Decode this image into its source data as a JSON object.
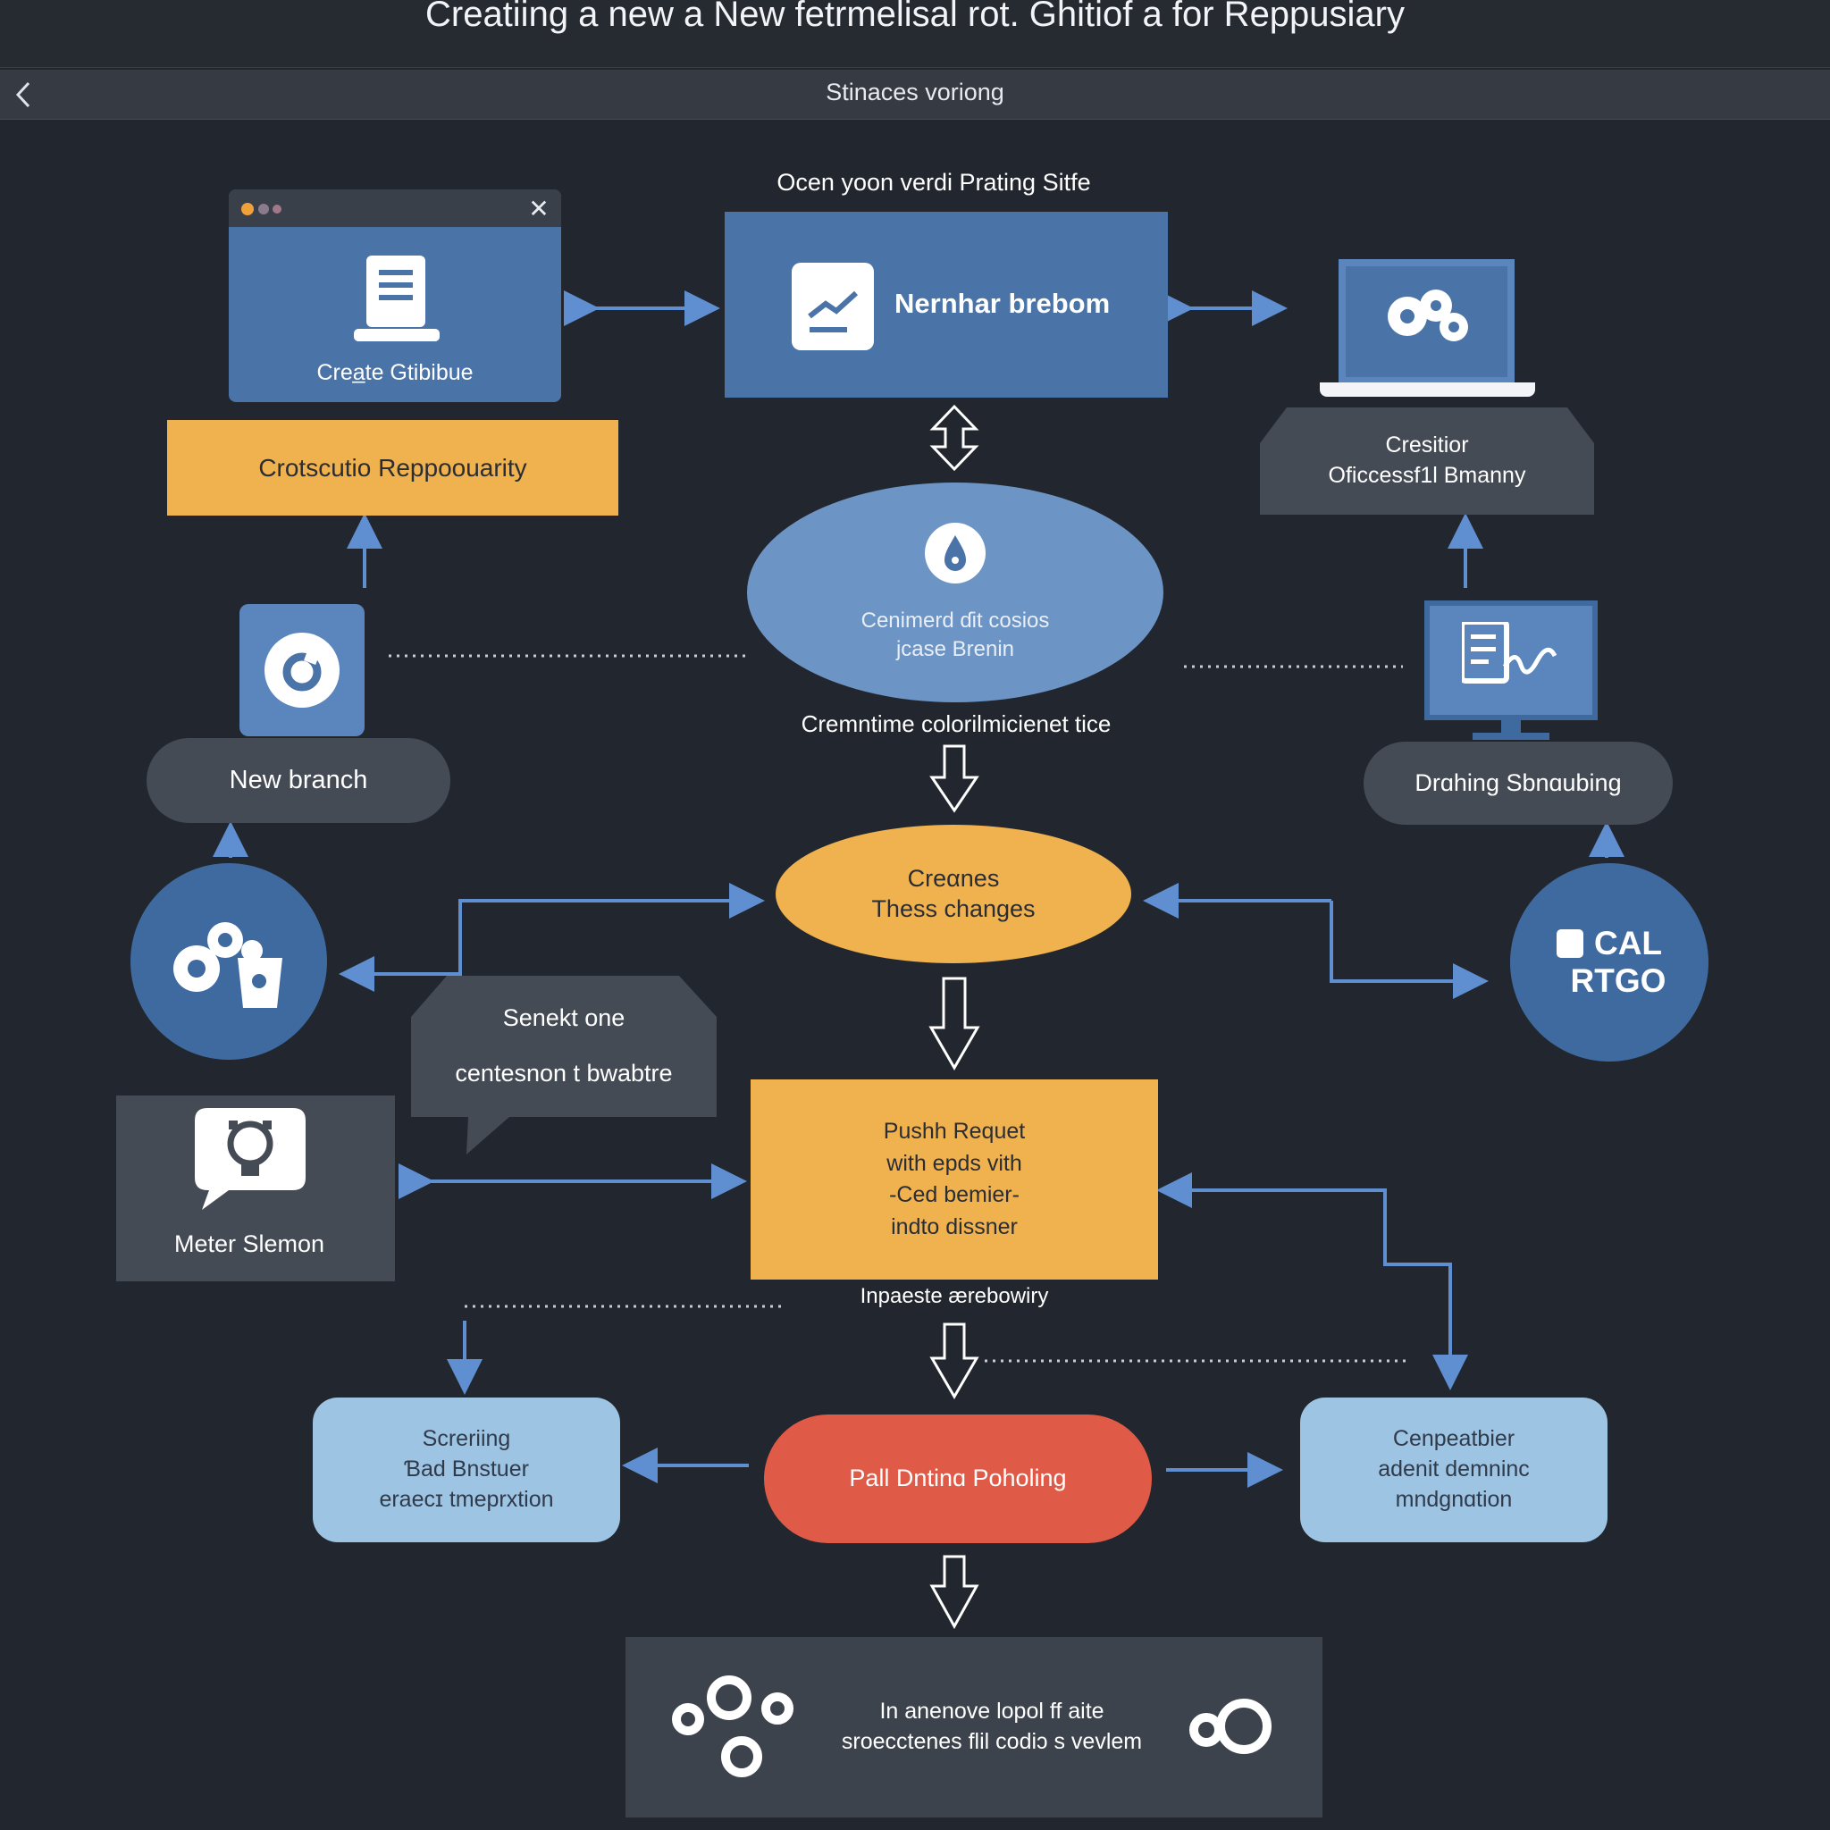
{
  "header": {
    "title": "Creatiing a new a New fetrmelisal rot. Ghitiof a for Reppusiary",
    "nav_label": "Stinaces voriong",
    "back_icon": "chevron-left-icon"
  },
  "colors": {
    "background": "#22262e",
    "blue": "#4a73a8",
    "orange": "#f0b14f",
    "grey": "#454b55",
    "light_blue": "#9ec4e3",
    "red": "#e05a48"
  },
  "nodes": {
    "create_window": {
      "label": "Crea̲te Gtibibue",
      "icon": "document-icon"
    },
    "create_repo": {
      "label": "Crotscutio Reppoouarity"
    },
    "top_caption": {
      "label": "Ocen yoon verdi Prating Sitfe"
    },
    "main_box": {
      "label": "Nernhar brebom",
      "icon": "chart-icon"
    },
    "laptop": {
      "icon": "gears-icon"
    },
    "successful": {
      "line1": "Cresitior",
      "line2": "Oficcessf1l Bmanny"
    },
    "commit_ellipse": {
      "line1": "Cenimerd ɗit cosios",
      "line2": "jcase Brenin",
      "icon": "drop-icon"
    },
    "commit_caption": {
      "label": "Cremntime colorilmicienet tice"
    },
    "branch_icon": {
      "icon": "circle-icon"
    },
    "new_branch": {
      "label": "New branch"
    },
    "monitor": {
      "icon": "monitor-signature-icon"
    },
    "drafting": {
      "label": "Drɑhing Sbnɑubing"
    },
    "gears_circle": {
      "icon": "gears-cup-icon"
    },
    "changes": {
      "line1": "Creαnes",
      "line2": "Thess changes"
    },
    "cal_circle": {
      "line1": "CAL",
      "line2": "RTGO"
    },
    "speech": {
      "line1": "Senekt one",
      "line2": "centesnon t bwabtre"
    },
    "meter": {
      "label": "Meter Slemon",
      "icon": "lightbulb-chat-icon"
    },
    "push": {
      "line1": "Pushh Requet",
      "line2": "with epds vith",
      "line3": "-Ced bemier-",
      "line4": "indto dissner"
    },
    "push_caption": {
      "label": "Inpaeste ærebowiry"
    },
    "screening": {
      "line1": "Screriing",
      "line2": "Ɓad Bnstuer",
      "line3": "eraecɪ tmeprxtion"
    },
    "pull": {
      "label": "Pall Dntinɑ Poholing"
    },
    "compare": {
      "line1": "Cenpeatbier",
      "line2": "adenit demninc",
      "line3": "mndgnɑtion"
    },
    "footer": {
      "line1": "In anenove lopol ff aite",
      "line2": "sroecctenes flil codiɔ s vevlem"
    }
  }
}
